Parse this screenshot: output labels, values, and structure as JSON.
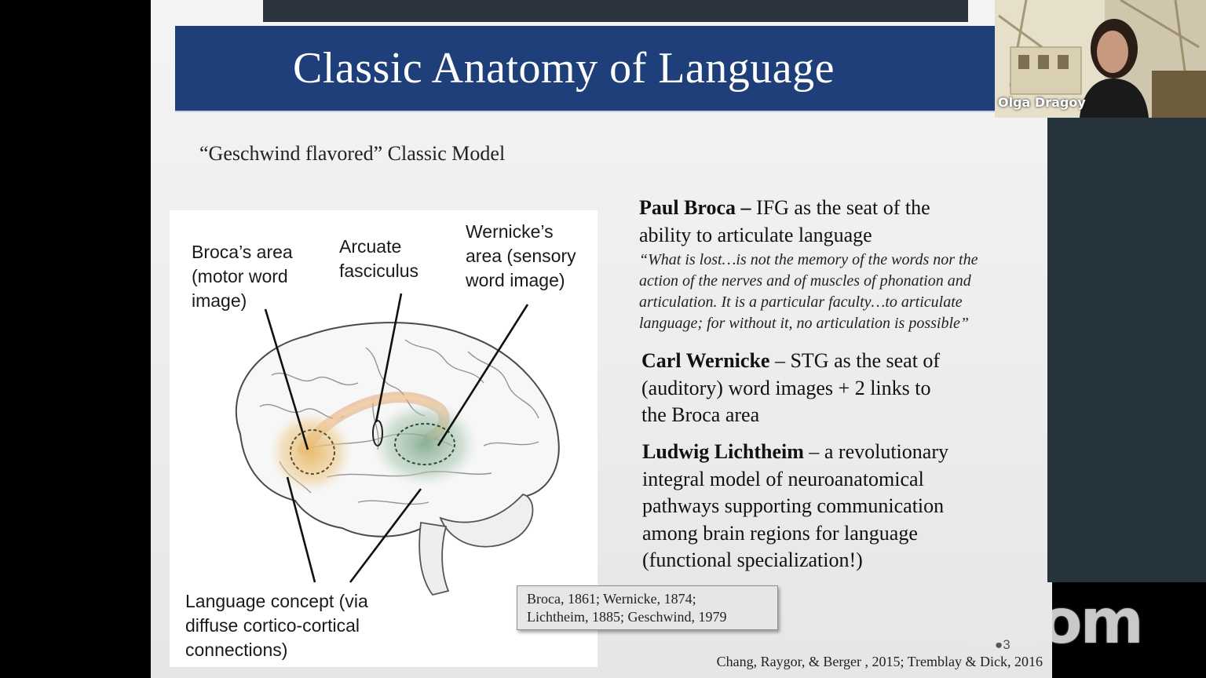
{
  "slide": {
    "title": "Classic Anatomy of Language",
    "subtitle": "“Geschwind flavored” Classic Model",
    "figure": {
      "broca_label": "Broca’s area\n(motor word\nimage)",
      "arcuate_label": "Arcuate\nfasciculus",
      "wernicke_label": "Wernicke’s\narea (sensory\nword image)",
      "concept_label": "Language concept (via\ndiffuse cortico-cortical\nconnections)"
    },
    "broca": {
      "name": "Paul Broca",
      "sep": " – ",
      "line1": "IFG as the seat of the",
      "line2": "ability to articulate language"
    },
    "quote": {
      "line1": "“What is lost…is not the memory of the words nor the",
      "line2": "action of the nerves and of muscles of phonation and",
      "line3": "articulation. It is a particular faculty…to articulate",
      "line4": "language; for without it, no articulation is possible”"
    },
    "wernicke": {
      "name": "Carl Wernicke",
      "sep": " – ",
      "line1": "STG as the seat of",
      "line2": "(auditory) word images + 2 links to",
      "line3": "the Broca area"
    },
    "lichtheim": {
      "name": "Ludwig Lichtheim",
      "sep": " – ",
      "line1": "a revolutionary",
      "line2": "integral model of neuroanatomical",
      "line3": "pathways supporting communication",
      "line4": "among brain regions for language",
      "line5": "(functional specialization!)"
    },
    "references": {
      "line1": "Broca, 1861; Wernicke, 1874;",
      "line2": "Lichtheim, 1885; Geschwind, 1979"
    },
    "citation": "Chang, Raygor, & Berger , 2015; Tremblay & Dick, 2016",
    "page_number": "3"
  },
  "participant": {
    "name": "Olga Dragoy"
  },
  "app": {
    "logo": "zoom"
  },
  "colors": {
    "title_band": "#1f3f7a",
    "broca_area": "#e9b967",
    "wernicke_area": "#7fa98b",
    "arcuate": "#e2a877"
  }
}
